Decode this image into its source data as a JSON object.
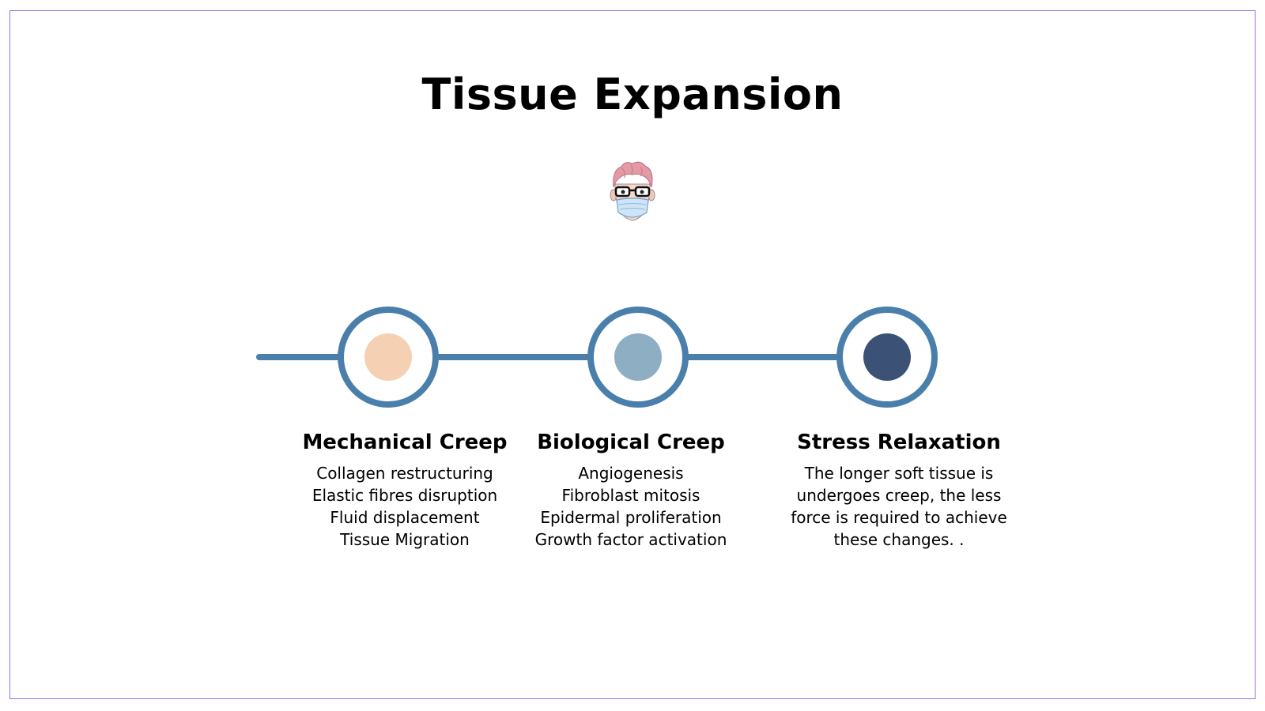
{
  "title": "Tissue Expansion",
  "colors": {
    "frame": "#9a6ee0",
    "line": "#4a7fab",
    "step1": "#f5d0b3",
    "step2": "#8eaec4",
    "step3": "#3b5175"
  },
  "steps": [
    {
      "title": "Mechanical Creep",
      "lines": [
        "Collagen restructuring",
        "Elastic fibres disruption",
        "Fluid displacement",
        "Tissue Migration"
      ]
    },
    {
      "title": "Biological Creep",
      "lines": [
        "Angiogenesis",
        "Fibroblast mitosis",
        "Epidermal proliferation",
        "Growth factor activation"
      ]
    },
    {
      "title": "Stress Relaxation",
      "lines": [
        "The longer soft tissue is",
        "undergoes creep, the less",
        "force is required to achieve",
        "these changes. ."
      ]
    }
  ]
}
